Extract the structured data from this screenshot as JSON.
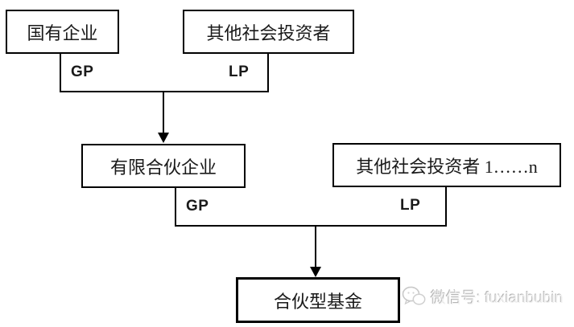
{
  "diagram": {
    "background_color": "#ffffff",
    "line_color": "#000000",
    "nodes": [
      {
        "id": "soe",
        "label": "国有企业"
      },
      {
        "id": "other-investors-top",
        "label": "其他社会投资者"
      },
      {
        "id": "limited-partnership",
        "label": "有限合伙企业"
      },
      {
        "id": "other-investors-n",
        "label": "其他社会投资者 1……n"
      },
      {
        "id": "partnership-fund",
        "label": "合伙型基金"
      }
    ],
    "edge_labels": {
      "gp_top": "GP",
      "lp_top": "LP",
      "gp_bottom": "GP",
      "lp_bottom": "LP"
    }
  },
  "watermark": {
    "icon": "wechat-icon",
    "text": "微信号: fuxianbubin",
    "color": "#d9d9d9"
  }
}
